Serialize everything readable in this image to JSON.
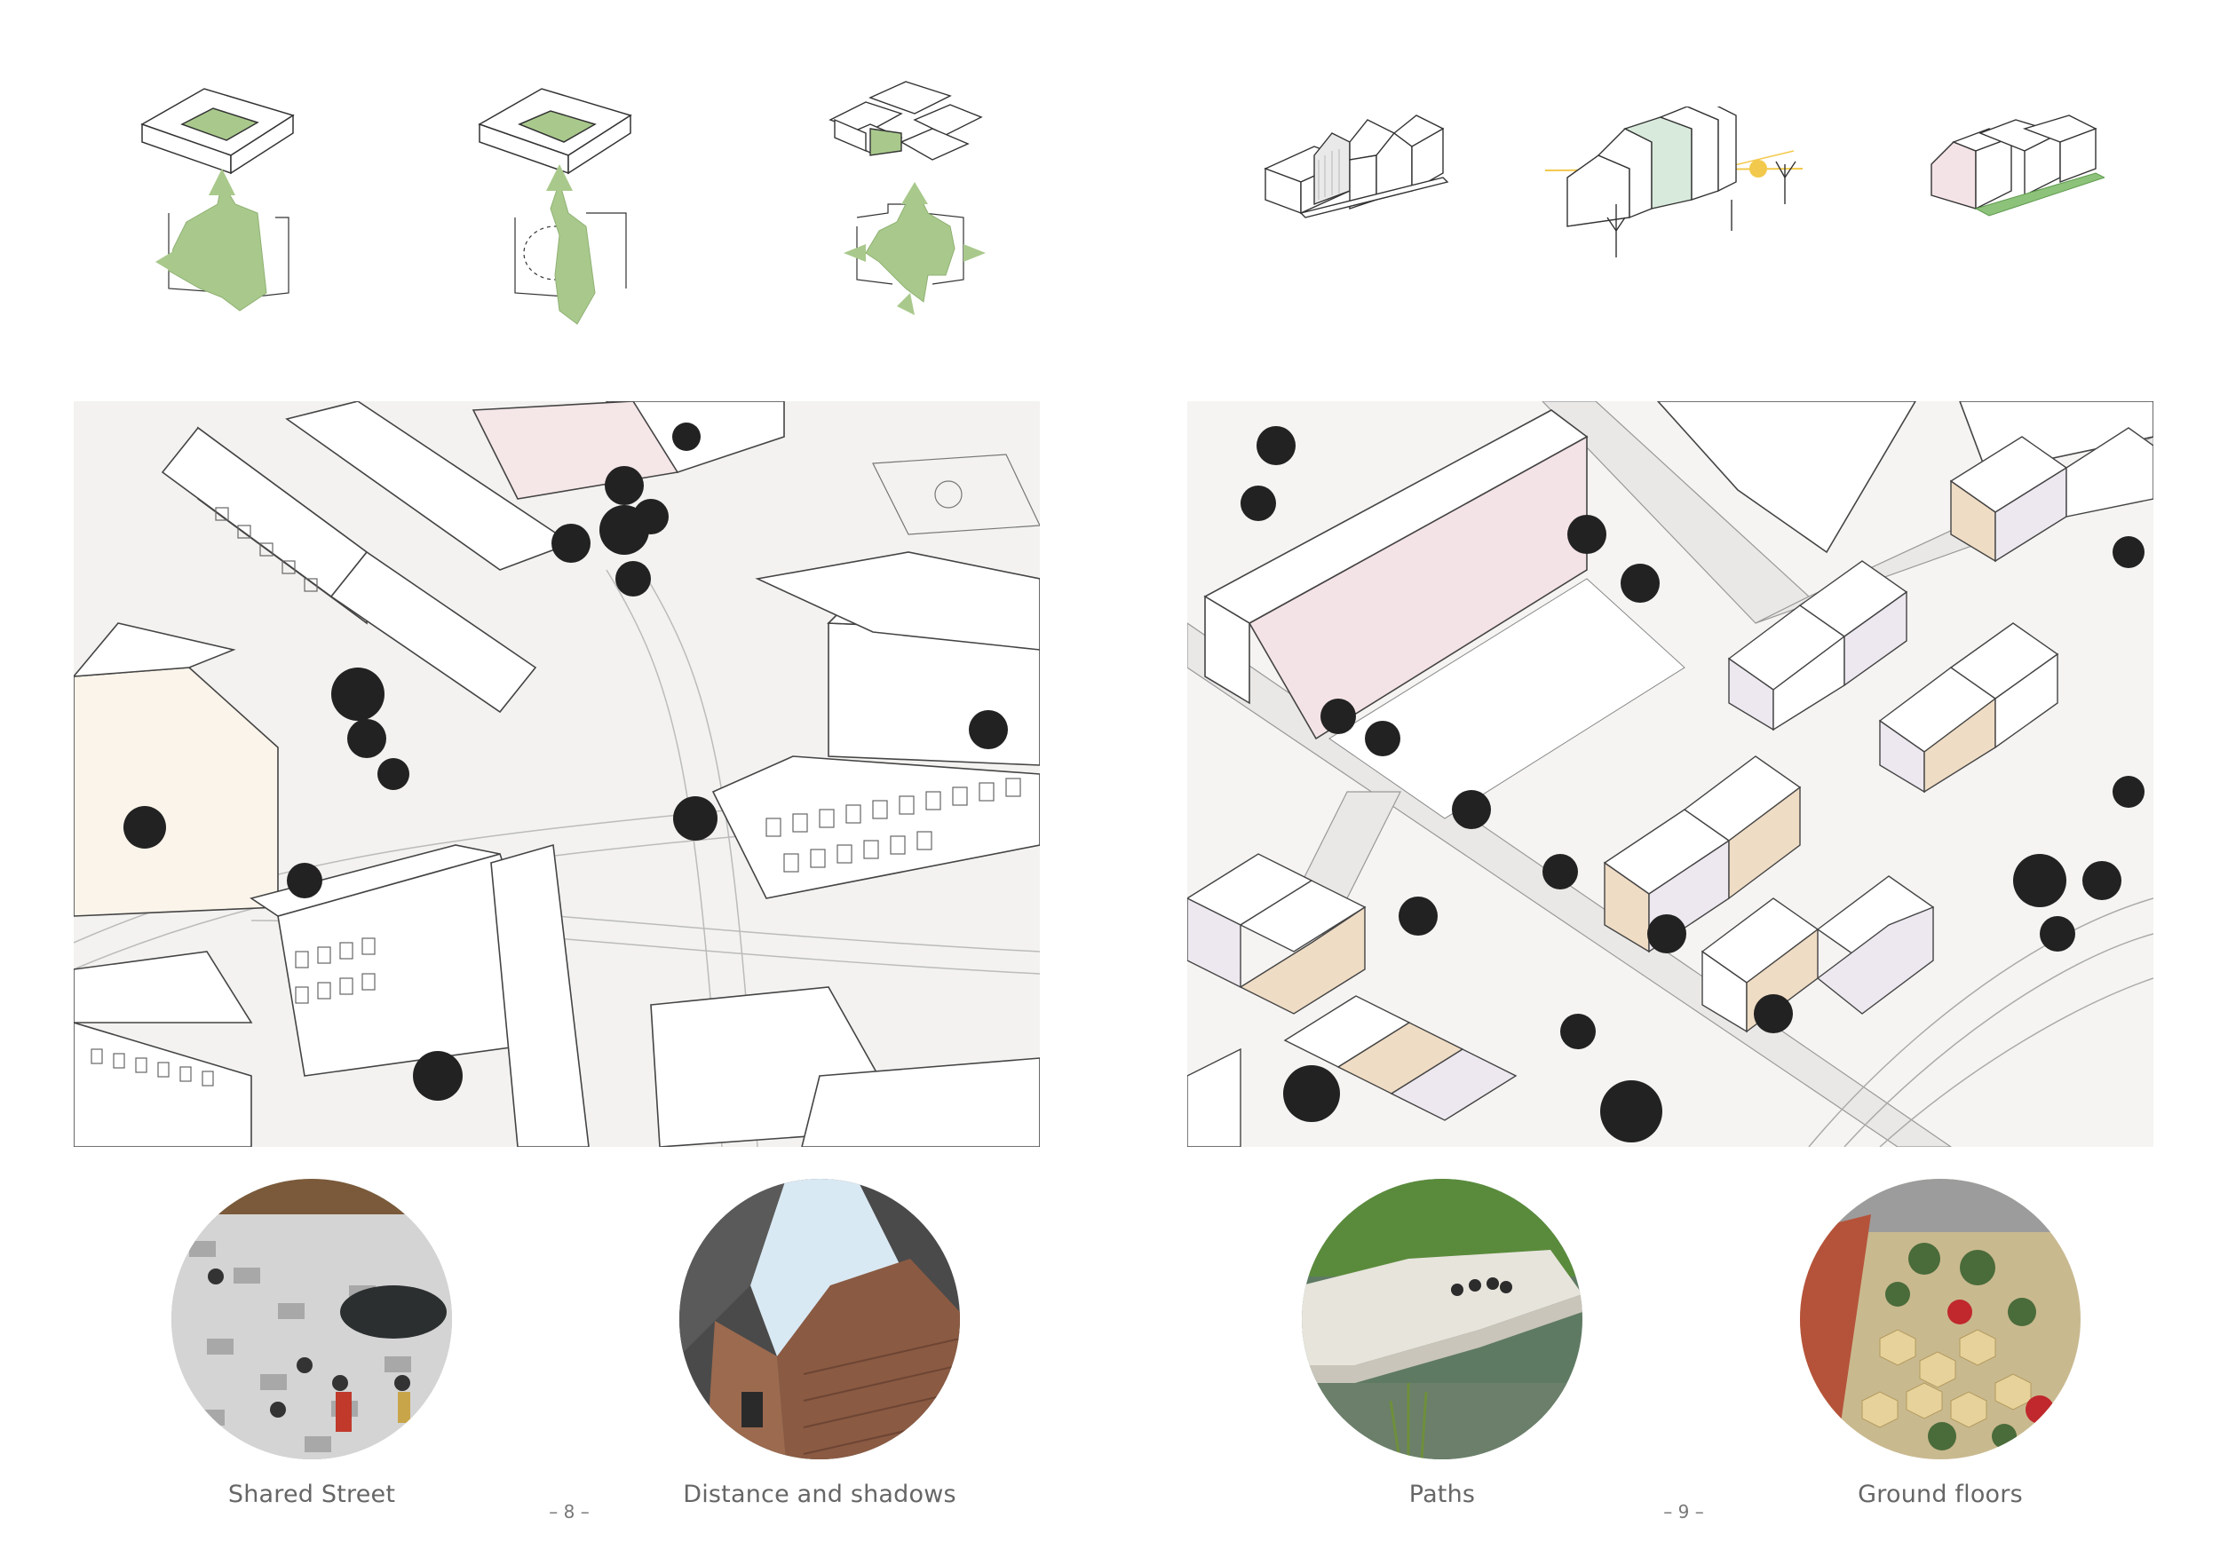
{
  "spread": {
    "left_page": {
      "page_number": "– 8 –",
      "photos": [
        {
          "caption": "Shared Street"
        },
        {
          "caption": "Distance and shadows"
        }
      ]
    },
    "right_page": {
      "page_number": "– 9 –",
      "photos": [
        {
          "caption": "Paths"
        },
        {
          "caption": "Ground floors"
        }
      ]
    }
  },
  "colors": {
    "green_space": "#a9c98c",
    "line": "#333333",
    "ground": "#f3f2f0",
    "pink_facade": "#f4e3e6",
    "wood_facade": "#efdcc4",
    "sun": "#f2c94c"
  }
}
